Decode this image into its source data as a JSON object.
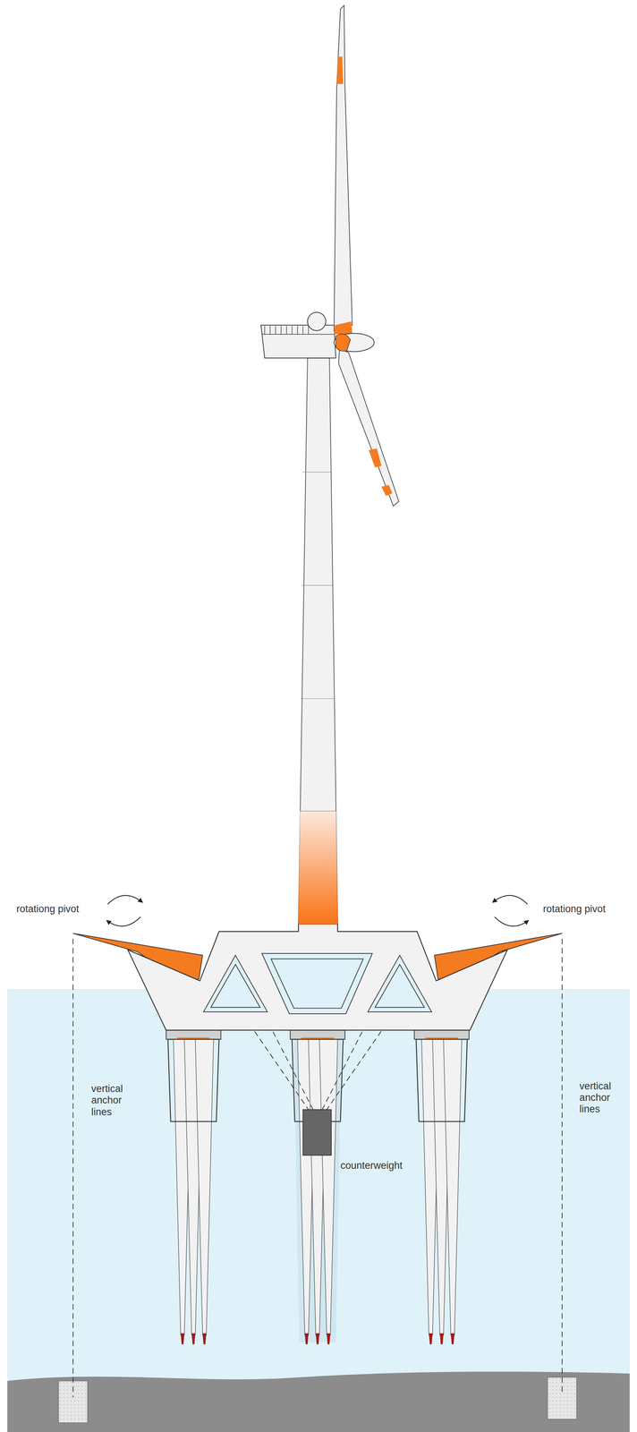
{
  "diagram": {
    "labels": [
      "rotationg pivot",
      "rotationg pivot",
      "vertical anchor lines",
      "vertical anchor lines",
      "counterweight"
    ]
  }
}
